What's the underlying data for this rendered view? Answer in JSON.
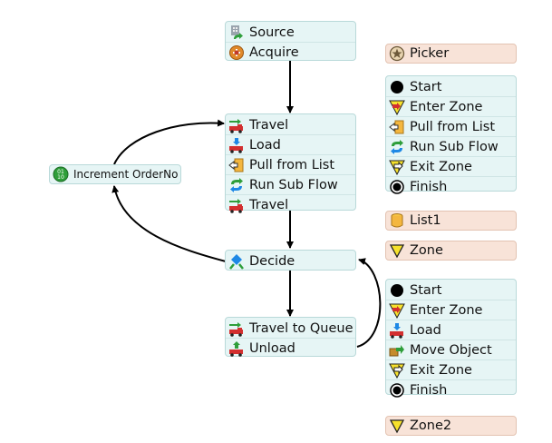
{
  "main_flow": {
    "top": [
      "Source",
      "Acquire"
    ],
    "travel_group": [
      "Travel",
      "Load",
      "Pull from List",
      "Run Sub Flow",
      "Travel"
    ],
    "decide": "Decide",
    "queue_group": [
      "Travel to Queue",
      "Unload"
    ]
  },
  "side_activity": "Increment OrderNo",
  "resources": {
    "picker": "Picker",
    "list": "List1",
    "zone": "Zone",
    "zone2": "Zone2"
  },
  "zone_flow_1": [
    "Start",
    "Enter Zone",
    "Pull from List",
    "Run Sub Flow",
    "Exit Zone",
    "Finish"
  ],
  "zone_flow_2": [
    "Start",
    "Enter Zone",
    "Load",
    "Move Object",
    "Exit Zone",
    "Finish"
  ],
  "icons": {
    "source": "source-icon",
    "acquire": "acquire-icon",
    "travel": "travel-icon",
    "load": "load-icon",
    "pull": "pull-from-list-icon",
    "subflow": "run-sub-flow-icon",
    "decide": "decide-icon",
    "unload": "unload-icon",
    "start": "start-icon",
    "enter_zone": "enter-zone-icon",
    "exit_zone": "exit-zone-icon",
    "finish": "finish-icon",
    "move": "move-object-icon",
    "increment": "increment-icon",
    "picker": "picker-icon",
    "list": "list-icon",
    "zone": "zone-icon"
  }
}
